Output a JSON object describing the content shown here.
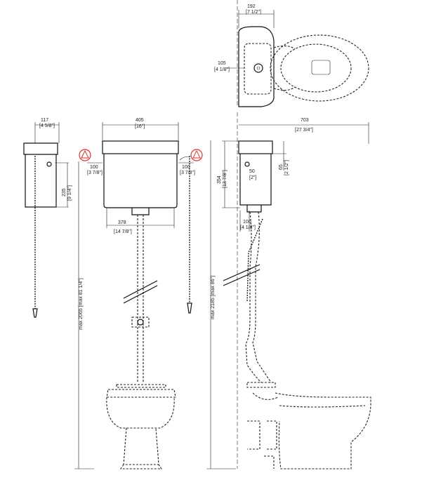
{
  "dimensions": {
    "top_width": {
      "mm": "192",
      "in": "[7 1/2\"]"
    },
    "seat_hole": {
      "mm": "105",
      "in": "[4 1/8\"]"
    },
    "side_cistern_depth": {
      "mm": "117",
      "in": "[4 5/8\"]"
    },
    "chain_drop": {
      "mm": "235",
      "in": "[9 1/4\"]"
    },
    "front_cistern_width": {
      "mm": "405",
      "in": "[16\"]"
    },
    "left_offset": {
      "mm": "100",
      "in": "[3 7/8\"]"
    },
    "right_offset": {
      "mm": "100",
      "in": "[3 7/8\"]"
    },
    "bracket_spacing": {
      "mm": "378",
      "in": "[14 7/8\"]"
    },
    "front_max_height": {
      "text": "max 2065 [max 81 1/4\"]"
    },
    "projection": {
      "mm": "703",
      "in": "[27 3/4\"]"
    },
    "side_cistern_height": {
      "mm": "354",
      "in": "[13 7/8\"]"
    },
    "lid_height": {
      "mm": "65",
      "in": "[2 1/2\"]"
    },
    "button_height": {
      "mm": "50",
      "in": "[2\"]"
    },
    "pipe_offset": {
      "mm": "100",
      "in": "[4 1/8\"]"
    },
    "side_max_height": {
      "text": "max 2185 [max 86\"]"
    }
  },
  "colors": {
    "line": "#111111",
    "warning": "#e03030"
  },
  "icons": [
    "warning-icon-left",
    "warning-icon-right"
  ]
}
